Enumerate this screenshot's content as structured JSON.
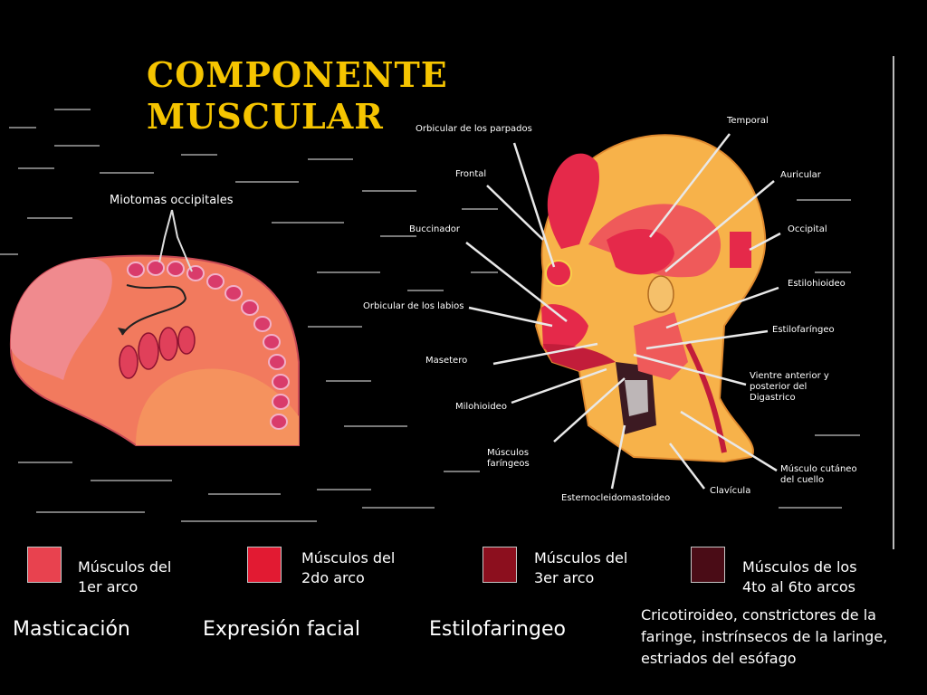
{
  "title": [
    "COMPONENTE",
    "MUSCULAR"
  ],
  "embryo_label": "Miotomas occipitales",
  "head_labels": {
    "temporal": "Temporal",
    "orbicular_parpados": "Orbicular de los parpados",
    "frontal": "Frontal",
    "auricular": "Auricular",
    "buccinador": "Buccinador",
    "occipital": "Occipital",
    "estilohioideo": "Estilohioideo",
    "orbicular_labios": "Orbicular de los labios",
    "estilofaringeo": "Estilofaríngeo",
    "masetero": "Masetero",
    "digastrico_1": "Vientre anterior y",
    "digastrico_2": "posterior del",
    "digastrico_3": "Digastrico",
    "milohioideo": "Milohioideo",
    "faringeos_1": "Músculos",
    "faringeos_2": "faríngeos",
    "cutaneo_1": "Músculo cutáneo",
    "cutaneo_2": "del cuello",
    "clavicula": "Clavícula",
    "esterno": "Esternocleidomastoideo"
  },
  "legend": [
    {
      "line1": "Músculos del",
      "line2": "1er arco",
      "color": "#e8424f",
      "function": "Masticación"
    },
    {
      "line1": "Músculos del",
      "line2": "2do arco",
      "color": "#e21a32",
      "function": "Expresión facial"
    },
    {
      "line1": "Músculos del",
      "line2": "3er arco",
      "color": "#8c0f1e",
      "function": "Estilofaringeo"
    },
    {
      "line1": "Músculos de los",
      "line2": "4to al 6to arcos",
      "color": "#4a0c16",
      "function": "Cricotiroideo, constrictores de la faringe, instrínsecos de la laringe, estriados del esófago"
    }
  ],
  "colors": {
    "title": "#f5c400",
    "background": "#000000",
    "embryo": "#f27a5e",
    "head": "#f7b24a"
  }
}
